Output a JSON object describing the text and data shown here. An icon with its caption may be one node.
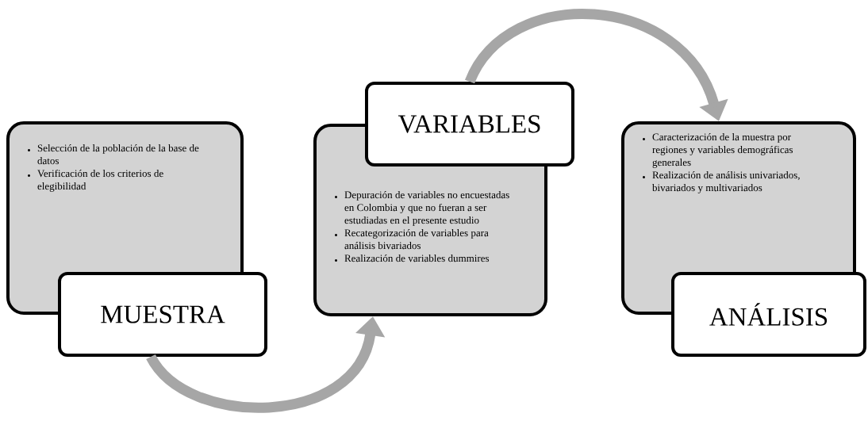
{
  "diagram": {
    "nodes": [
      {
        "text": [
          "Selección de la población de la base de datos",
          "Verificación de los criterios de elegibilidad"
        ]
      },
      {
        "text": [
          "MUESTRA"
        ]
      },
      {
        "text": [
          "Depuración de variables no encuestadas en Colombia y que no fueran a ser estudiadas en el presente estudio",
          "Recategorización de variables para análisis bivariados",
          "Realización de variables dummires"
        ]
      },
      {
        "text": [
          "VARIABLES"
        ]
      },
      {
        "text": [
          "Caracterización de la muestra por regiones y variables demográficas generales",
          "Realización de análisis univariados, bivariados y multivariados"
        ]
      },
      {
        "text": [
          "ANÁLISIS"
        ]
      }
    ],
    "edges": [
      {
        "from": 1,
        "to": 2,
        "arrow": "to"
      },
      {
        "from": 3,
        "to": 4,
        "arrow": "to"
      }
    ]
  }
}
